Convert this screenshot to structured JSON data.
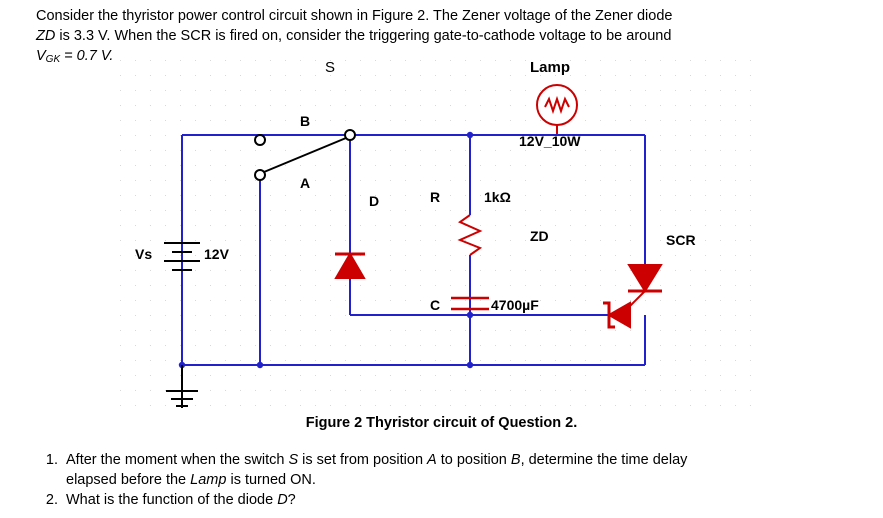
{
  "problem": {
    "line1": "Consider the thyristor power control circuit shown in Figure 2. The Zener voltage of the Zener diode",
    "line2_a": "ZD",
    "line2_b": " is 3.3 V. When the SCR is fired on, consider the triggering gate-to-cathode voltage to be around",
    "line3_a": "V",
    "line3_sub": "GK",
    "line3_b": " = 0.7 V."
  },
  "figure": {
    "caption": "Figure 2 Thyristor circuit of Question 2.",
    "labels": {
      "lamp_title": "Lamp",
      "lamp_rating": "12V_10W",
      "switch": "S",
      "switch_b": "B",
      "switch_a": "A",
      "source_name": "Vs",
      "source_value": "12V",
      "diode": "D",
      "resistor_name": "R",
      "resistor_value": "1kΩ",
      "zener": "ZD",
      "scr": "SCR",
      "cap_name": "C",
      "cap_value": "4700µF"
    },
    "colors": {
      "wire": "#2222cc",
      "component": "#cc0000",
      "grid": "#e8e8e8",
      "text": "#000000"
    }
  },
  "questions": [
    {
      "number": "1.",
      "line1_a": "After the moment when the switch ",
      "line1_s": "S",
      "line1_b": " is set from position ",
      "line1_c": "A",
      "line1_d": " to position ",
      "line1_e": "B",
      "line1_f": ", determine the time delay",
      "line2_a": "elapsed before the ",
      "line2_b": "Lamp",
      "line2_c": " is turned ON."
    },
    {
      "number": "2.",
      "line1_a": "What is the function of the diode ",
      "line1_b": "D",
      "line1_c": "?"
    }
  ]
}
